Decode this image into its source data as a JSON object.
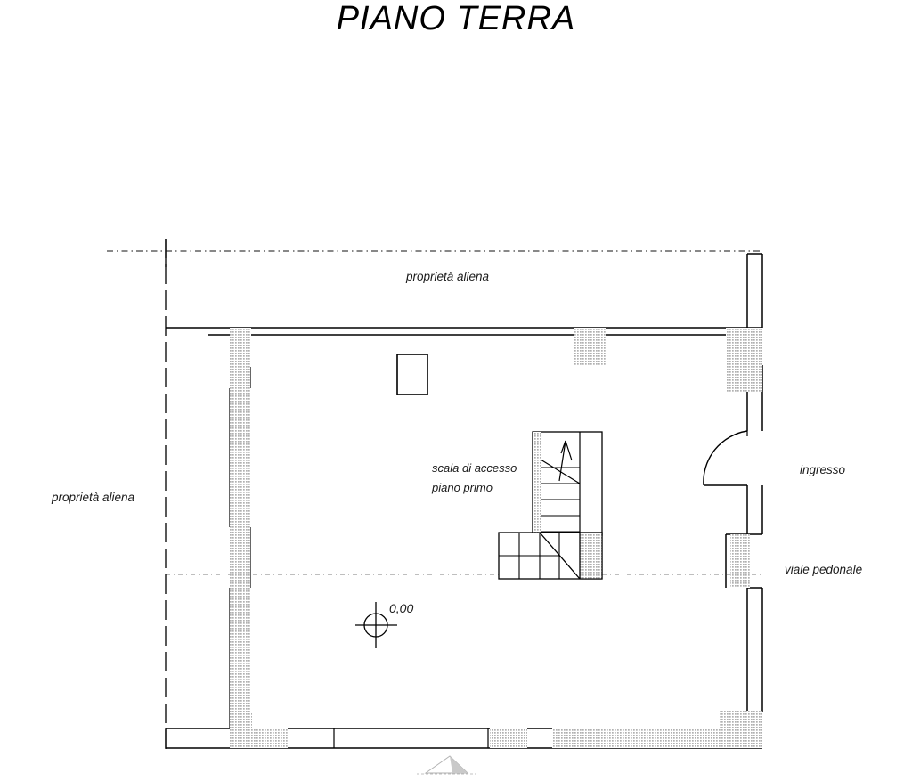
{
  "title": "PIANO TERRA",
  "drawing": {
    "type": "architectural-floor-plan",
    "kind": "ground floor plan",
    "line_color": "#000000",
    "hatch_color": "#b9b9b9",
    "background": "#ffffff"
  },
  "labels": {
    "property_top": "proprietà aliena",
    "property_left": "proprietà aliena",
    "stair_line1": "scala di accesso",
    "stair_line2": "piano primo",
    "entrance": "ingresso",
    "walkway": "viale pedonale",
    "level_marker": "0,00"
  },
  "elements": {
    "stair": {
      "name": "scala di accesso piano primo",
      "flight_treads": 6,
      "landing_treads": 5
    },
    "door": {
      "name": "ingresso door",
      "swing": "quarter-arc inward"
    },
    "level_point": {
      "name": "elevation benchmark",
      "value": "0,00"
    },
    "column": {
      "name": "interior column"
    },
    "section_arrow": {
      "name": "section direction marker"
    }
  }
}
